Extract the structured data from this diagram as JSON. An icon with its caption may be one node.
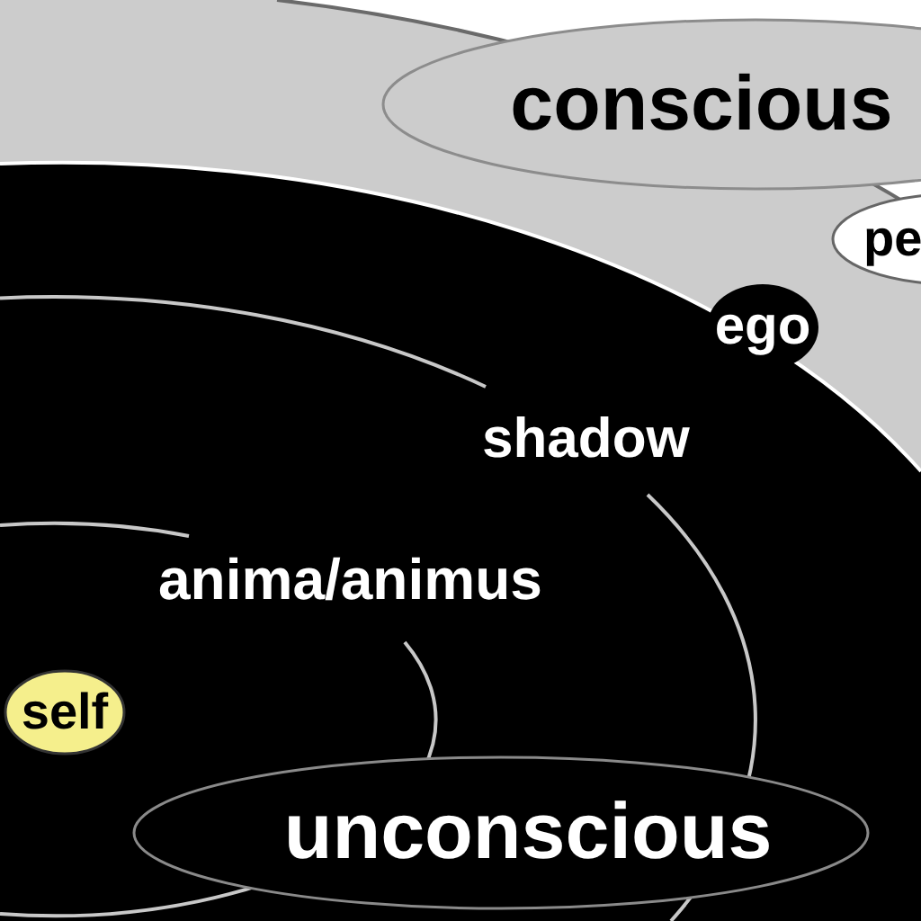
{
  "diagram": {
    "nodes": [
      {
        "text": [
          "conscious"
        ]
      },
      {
        "text": [
          "pe"
        ]
      },
      {
        "text": [
          "ego"
        ]
      },
      {
        "text": [
          "self"
        ]
      },
      {
        "text": [
          "unconscious"
        ]
      }
    ],
    "labels": [
      "shadow",
      "anima/animus"
    ]
  }
}
